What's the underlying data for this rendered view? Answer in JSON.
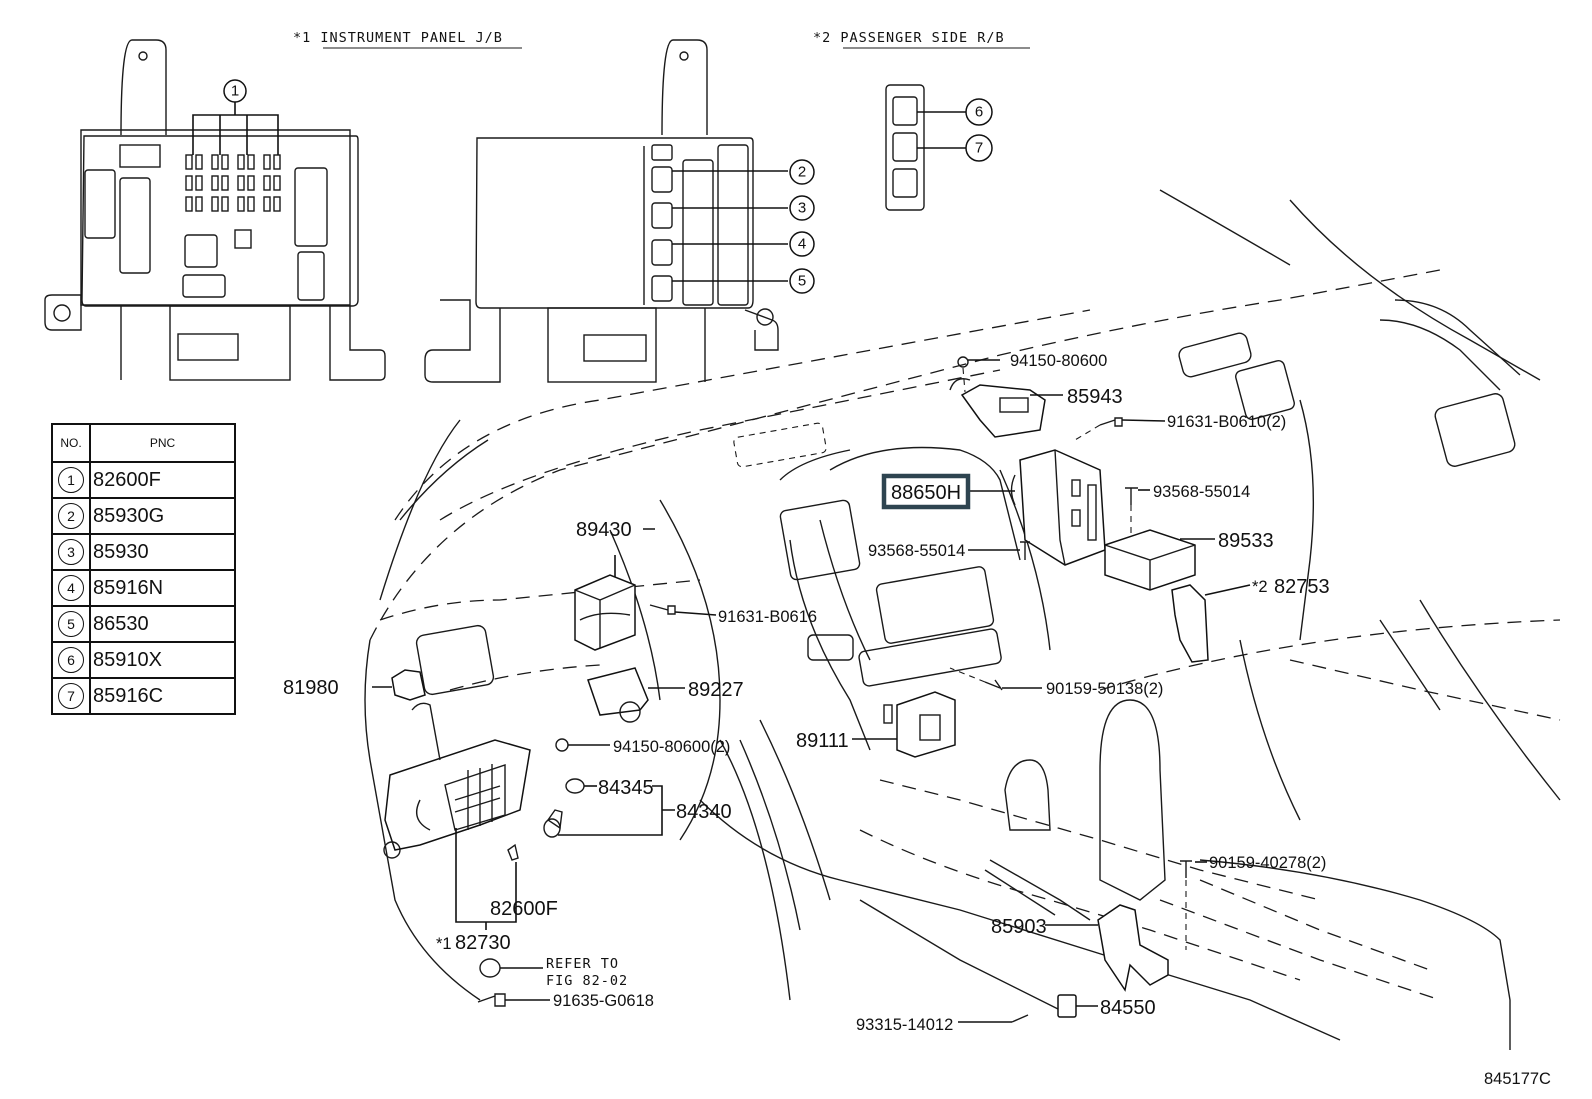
{
  "figure_id": "845177C",
  "titles": {
    "instrument_panel_jb": "*1 INSTRUMENT PANEL J/B",
    "passenger_side_rb": "*2 PASSENGER SIDE R/B"
  },
  "table": {
    "headers": {
      "no": "NO.",
      "pnc": "PNC"
    },
    "rows": [
      {
        "no": "1",
        "pnc": "82600F"
      },
      {
        "no": "2",
        "pnc": "85930G"
      },
      {
        "no": "3",
        "pnc": "85930"
      },
      {
        "no": "4",
        "pnc": "85916N"
      },
      {
        "no": "5",
        "pnc": "86530"
      },
      {
        "no": "6",
        "pnc": "85910X"
      },
      {
        "no": "7",
        "pnc": "85916C"
      }
    ]
  },
  "callouts": [
    "1",
    "2",
    "3",
    "4",
    "5",
    "6",
    "7"
  ],
  "highlight": {
    "part": "88650H",
    "color": "#2e4450"
  },
  "labels": {
    "p94150_80600": "94150-80600",
    "p85943": "85943",
    "p91631_B0610": "91631-B0610(2)",
    "p88650H": "88650H",
    "p93568_55014_a": "93568-55014",
    "p93568_55014_b": "93568-55014",
    "p89533": "89533",
    "p82753_prefix": "*2",
    "p82753": "82753",
    "p89430": "89430",
    "p91631_B0616": "91631-B0616",
    "p81980": "81980",
    "p89227": "89227",
    "p90159_50138": "90159-50138(2)",
    "p89111": "89111",
    "p94150_80600_2": "94150-80600(2)",
    "p84345": "84345",
    "p84340": "84340",
    "p82600F": "82600F",
    "p82730_prefix": "*1",
    "p82730": "82730",
    "refer_line1": "REFER TO",
    "refer_line2": "FIG 82-02",
    "p91635_G0618": "91635-G0618",
    "p90159_40278": "90159-40278(2)",
    "p85903": "85903",
    "p84550": "84550",
    "p93315_14012": "93315-14012"
  }
}
